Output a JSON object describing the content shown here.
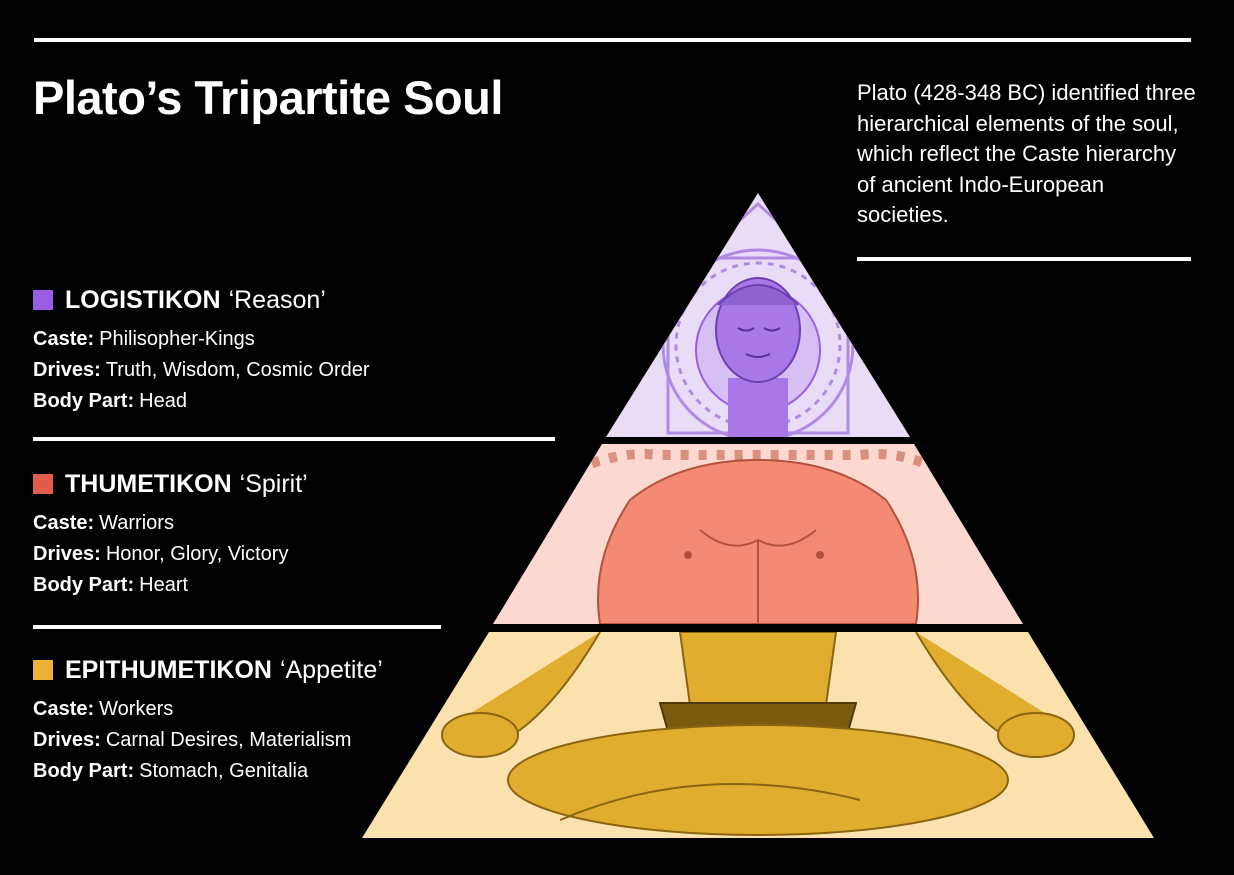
{
  "title": "Plato’s Tripartite Soul",
  "description": "Plato (428-348 BC) identified three hierarchical elements of the soul, which reflect the Caste hierarchy of ancient Indo-European societies.",
  "labels": {
    "caste": "Caste:",
    "drives": "Drives:",
    "body_part": "Body Part:"
  },
  "parts": [
    {
      "name": "LOGISTIKON",
      "meaning": "‘Reason’",
      "color": "#9b5de5",
      "caste": "Philisopher-Kings",
      "drives": "Truth, Wisdom, Cosmic Order",
      "body_part": "Head"
    },
    {
      "name": "THUMETIKON",
      "meaning": "‘Spirit’",
      "color": "#e35b4b",
      "caste": "Warriors",
      "drives": "Honor, Glory, Victory",
      "body_part": "Heart"
    },
    {
      "name": "EPITHUMETIKON",
      "meaning": "‘Appetite’",
      "color": "#eeb13a",
      "caste": "Workers",
      "drives": "Carnal Desires, Materialism",
      "body_part": "Stomach, Genitalia"
    }
  ]
}
